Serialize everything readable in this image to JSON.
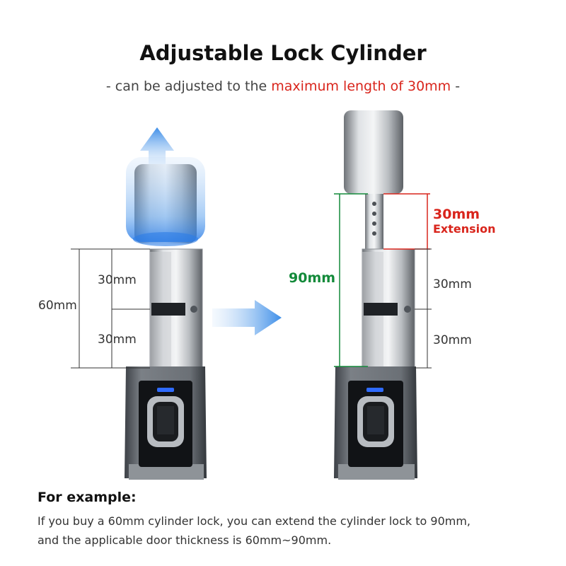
{
  "header": {
    "title": "Adjustable Lock Cylinder",
    "subtitle_prefix": "- can be adjusted to the ",
    "subtitle_highlight": "maximum length of 30mm",
    "subtitle_suffix": " -"
  },
  "left_diagram": {
    "total_label": "60mm",
    "upper_label": "30mm",
    "lower_label": "30mm"
  },
  "right_diagram": {
    "total_label": "90mm",
    "extension_value": "30mm",
    "extension_label": "Extension",
    "upper_label": "30mm",
    "lower_label": "30mm"
  },
  "example": {
    "heading": "For example:",
    "line1": "If you buy a 60mm cylinder lock, you can extend the cylinder lock to 90mm,",
    "line2": "and the applicable door thickness is 60mm~90mm."
  },
  "colors": {
    "highlight_red": "#d9251c",
    "measure_green": "#138a3a",
    "arrow_blue": "#3d8ee8",
    "indicator_blue": "#2f6bff"
  }
}
